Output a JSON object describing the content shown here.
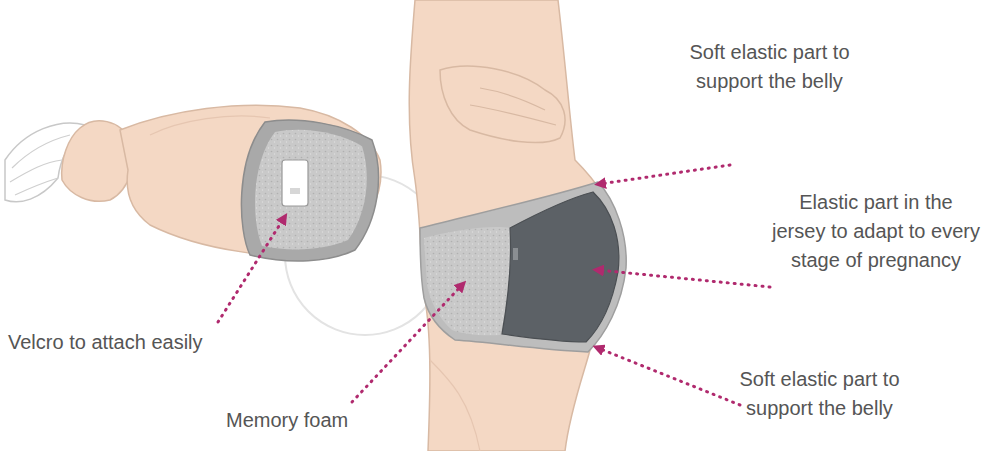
{
  "diagram": {
    "labels": [
      "Soft elastic part to support the belly",
      "Elastic part in the jersey to adapt to every stage of pregnancy",
      "Soft elastic part to support the belly",
      "Velcro to attach easily",
      "Memory foam"
    ]
  }
}
